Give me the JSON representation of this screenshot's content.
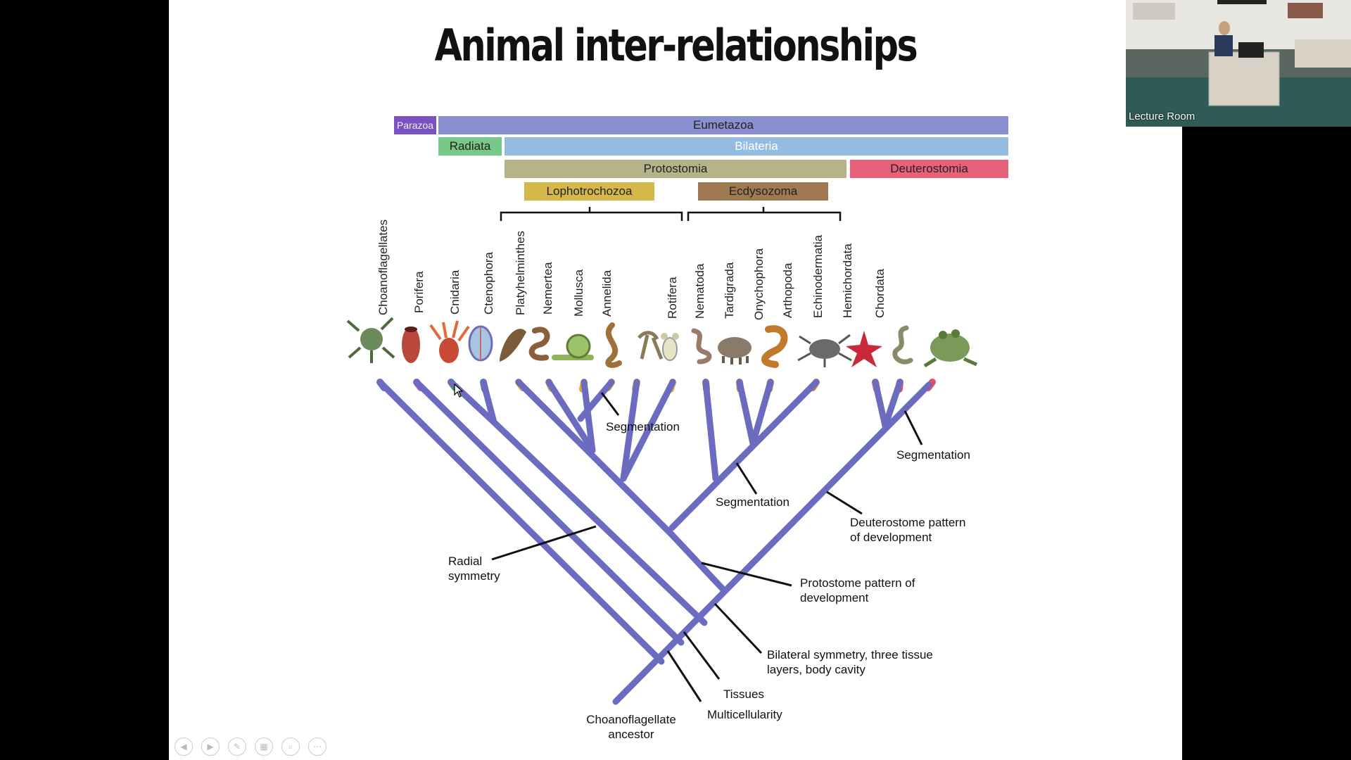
{
  "slide": {
    "title": "Animal inter-relationships",
    "bands": [
      {
        "label": "Parazoa",
        "color": "#7b52c4"
      },
      {
        "label": "Eumetazoa",
        "color": "#8a8fd0"
      },
      {
        "label": "Radiata",
        "color": "#78c88a"
      },
      {
        "label": "Bilateria",
        "color": "#93bde0"
      },
      {
        "label": "Protostomia",
        "color": "#b6b28a"
      },
      {
        "label": "Deuterostomia",
        "color": "#e8607a"
      },
      {
        "label": "Lophotrochozoa",
        "color": "#d6b84a"
      },
      {
        "label": "Ecdysozoma",
        "color": "#9d7a52"
      }
    ],
    "taxa": [
      "Choanoflagellates",
      "Porifera",
      "Cnidaria",
      "Ctenophora",
      "Platyhelminthes",
      "Nemertea",
      "Mollusca",
      "Annelida",
      "Rotifera",
      "Nematoda",
      "Tardigrada",
      "Onychophora",
      "Arthopoda",
      "Echinodermatia",
      "Hemichordata",
      "Chordata"
    ],
    "annotations": {
      "segmentation_1": "Segmentation",
      "segmentation_2": "Segmentation",
      "segmentation_3": "Segmentation",
      "deuterostome_1": "Deuterostome pattern",
      "deuterostome_2": "of development",
      "radial_1": "Radial",
      "radial_2": "symmetry",
      "protostome_1": "Protostome pattern of",
      "protostome_2": "development",
      "bilateral_1": "Bilateral symmetry, three tissue",
      "bilateral_2": "layers, body cavity",
      "tissues": "Tissues",
      "multicellularity": "Multicellularity",
      "ancestor_1": "Choanoflagellate",
      "ancestor_2": "ancestor"
    },
    "colors": {
      "branch": "#6b6bc0",
      "line": "#111111"
    }
  },
  "video": {
    "label": "Lecture Room"
  },
  "controls": [
    "previous-icon",
    "next-icon",
    "pen-icon",
    "slides-icon",
    "zoom-icon",
    "more-icon"
  ]
}
